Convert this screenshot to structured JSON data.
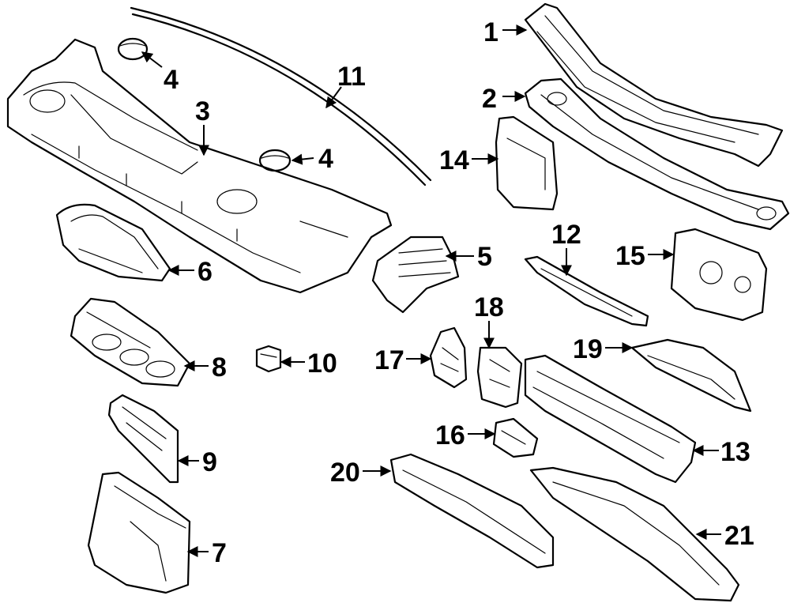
{
  "callouts": [
    {
      "id": "c1",
      "label": "1"
    },
    {
      "id": "c2",
      "label": "2"
    },
    {
      "id": "c3",
      "label": "3"
    },
    {
      "id": "c4a",
      "label": "4"
    },
    {
      "id": "c4b",
      "label": "4"
    },
    {
      "id": "c5",
      "label": "5"
    },
    {
      "id": "c6",
      "label": "6"
    },
    {
      "id": "c7",
      "label": "7"
    },
    {
      "id": "c8",
      "label": "8"
    },
    {
      "id": "c9",
      "label": "9"
    },
    {
      "id": "c10",
      "label": "10"
    },
    {
      "id": "c11",
      "label": "11"
    },
    {
      "id": "c12",
      "label": "12"
    },
    {
      "id": "c13",
      "label": "13"
    },
    {
      "id": "c14",
      "label": "14"
    },
    {
      "id": "c15",
      "label": "15"
    },
    {
      "id": "c16",
      "label": "16"
    },
    {
      "id": "c17",
      "label": "17"
    },
    {
      "id": "c18",
      "label": "18"
    },
    {
      "id": "c19",
      "label": "19"
    },
    {
      "id": "c20",
      "label": "20"
    },
    {
      "id": "c21",
      "label": "21"
    }
  ]
}
